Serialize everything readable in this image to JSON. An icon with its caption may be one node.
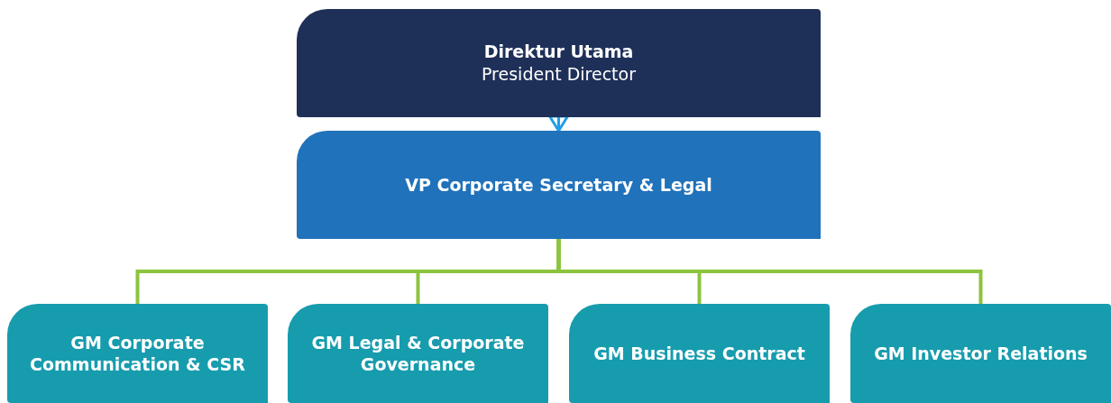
{
  "diagram": {
    "nodes": [
      {
        "text": [
          "Direktur Utama",
          "President Director"
        ]
      },
      {
        "text": [
          "VP Corporate Secretary & Legal"
        ]
      },
      {
        "text": [
          "GM Corporate Communication & CSR"
        ]
      },
      {
        "text": [
          "GM Legal & Corporate Governance"
        ]
      },
      {
        "text": [
          "GM Business Contract"
        ]
      },
      {
        "text": [
          "GM Investor Relations"
        ]
      }
    ],
    "edges": [
      {
        "from": 0,
        "to": 1,
        "arrow": "to",
        "color": "#1ea0e6"
      },
      {
        "from": 1,
        "to": 2,
        "arrow": "none"
      },
      {
        "from": 1,
        "to": 3,
        "arrow": "none"
      },
      {
        "from": 1,
        "to": 4,
        "arrow": "none"
      },
      {
        "from": 1,
        "to": 5,
        "arrow": "none"
      }
    ]
  }
}
